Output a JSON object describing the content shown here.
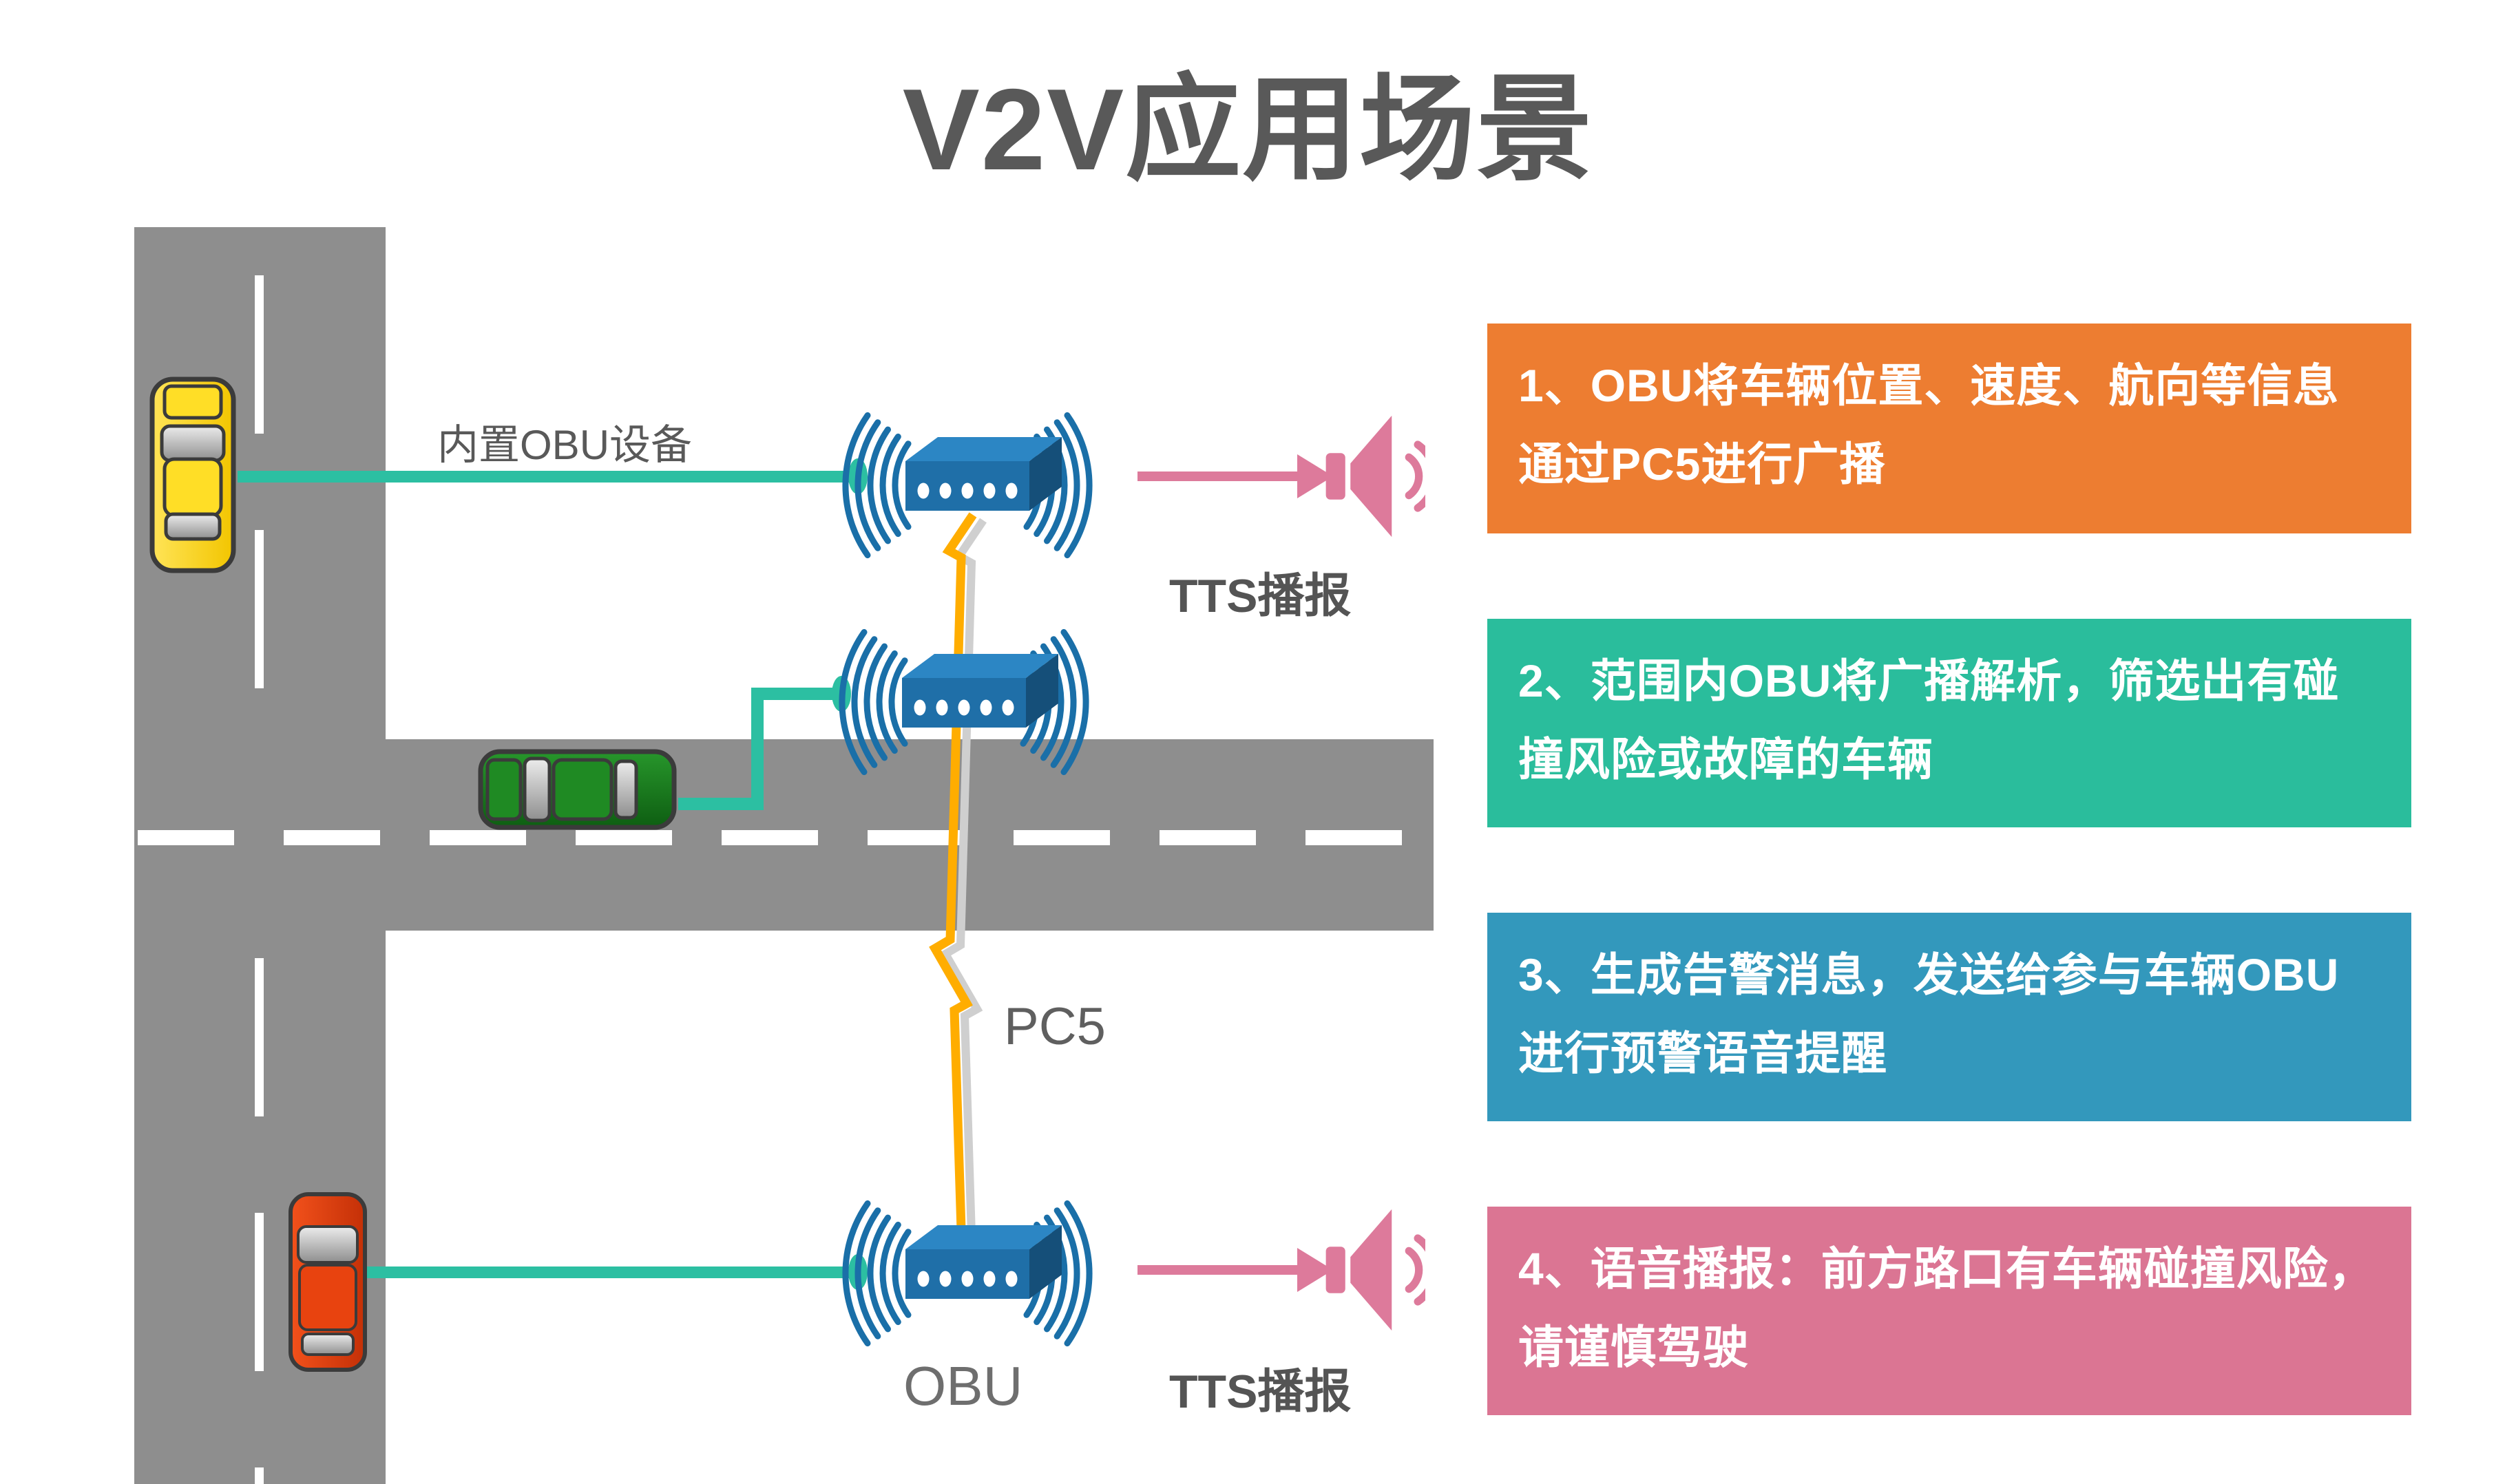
{
  "title": "V2V应用场景",
  "diagram": {
    "builtin_obu_label": "内置OBU设备",
    "tts_label_top": "TTS播报",
    "tts_label_bottom": "TTS播报",
    "pc5_label": "PC5",
    "obu_label": "OBU",
    "colors": {
      "road_gray": "#8E8E8E",
      "accent_teal": "#2CBFA2",
      "accent_pink": "#DD7A9B",
      "bolt_orange": "#FFAD00",
      "bolt_shadow": "#CFCFCF",
      "router_blue": "#1F6FA8",
      "text_gray": "#595959",
      "car_yellow": "#FFD816",
      "car_green": "#1F8A23",
      "car_red": "#E8430F"
    }
  },
  "steps": [
    {
      "text": "1、OBU将车辆位置、速度、航向等信息通过PC5进行广播",
      "color": "#ED7D31"
    },
    {
      "text": "2、范围内OBU将广播解析，筛选出有碰撞风险或故障的车辆",
      "color": "#2ABD9C"
    },
    {
      "text": "3、生成告警消息，发送给参与车辆OBU进行预警语音提醒",
      "color": "#3398BC"
    },
    {
      "text": "4、语音播报：前方路口有车辆碰撞风险，请谨慎驾驶",
      "color": "#DB7593"
    }
  ]
}
